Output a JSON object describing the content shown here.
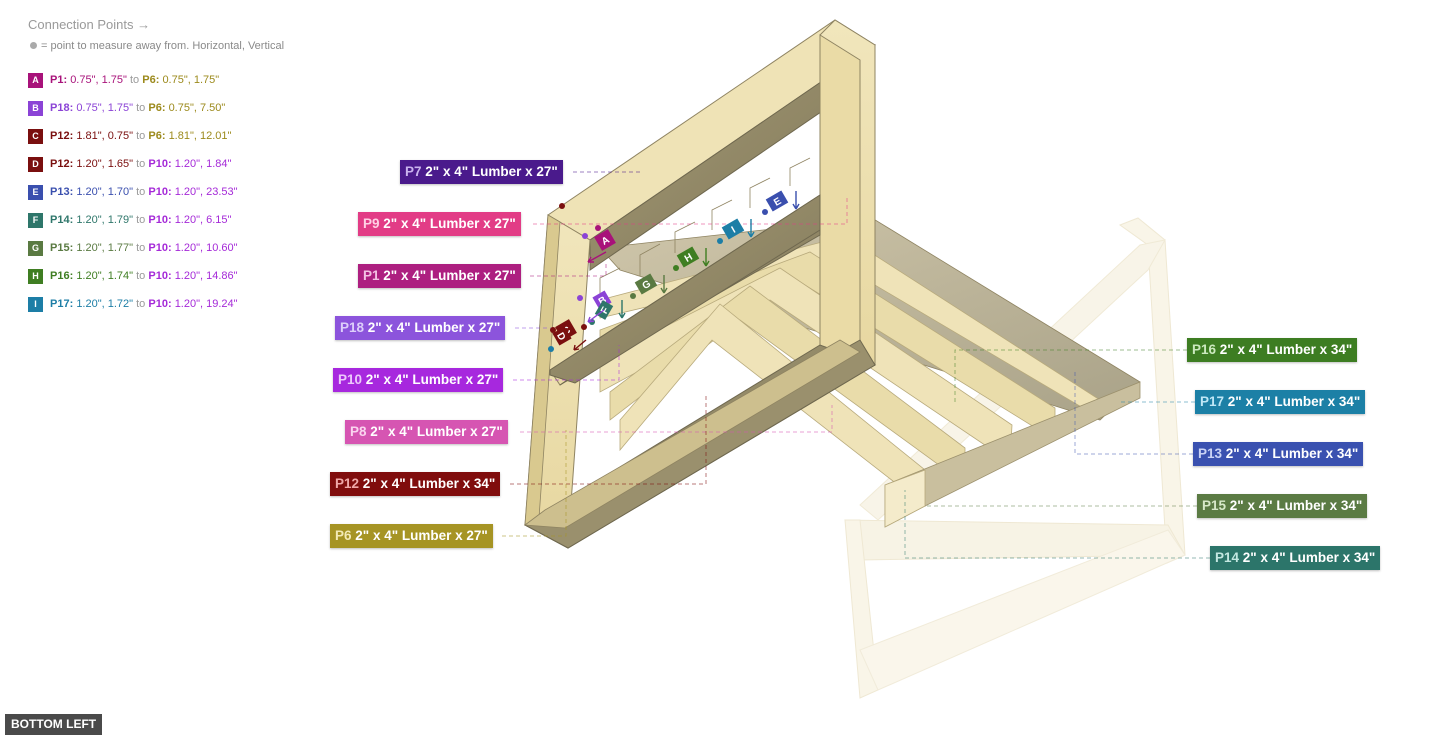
{
  "legend": {
    "title": "Connection Points →",
    "subtitle": "= point to measure away from. Horizontal, Vertical",
    "connections": [
      {
        "letter": "A",
        "color": "#a8127a",
        "from": "P1:",
        "from_color": "#a8127a",
        "from_val": "0.75\", 1.75\"",
        "to_word": "to",
        "to": "P6:",
        "to_color": "#9c8a1c",
        "to_val": "0.75\", 1.75\""
      },
      {
        "letter": "B",
        "color": "#8b43d6",
        "from": "P18:",
        "from_color": "#8b43d6",
        "from_val": "0.75\", 1.75\"",
        "to_word": "to",
        "to": "P6:",
        "to_color": "#9c8a1c",
        "to_val": "0.75\", 7.50\""
      },
      {
        "letter": "C",
        "color": "#7a0f0f",
        "from": "P12:",
        "from_color": "#7a0f0f",
        "from_val": "1.81\", 0.75\"",
        "to_word": "to",
        "to": "P6:",
        "to_color": "#9c8a1c",
        "to_val": "1.81\", 12.01\""
      },
      {
        "letter": "D",
        "color": "#7a0f0f",
        "from": "P12:",
        "from_color": "#7a0f0f",
        "from_val": "1.20\", 1.65\"",
        "to_word": "to",
        "to": "P10:",
        "to_color": "#a52ad8",
        "to_val": "1.20\", 1.84\""
      },
      {
        "letter": "E",
        "color": "#3a4fae",
        "from": "P13:",
        "from_color": "#3a4fae",
        "from_val": "1.20\", 1.70\"",
        "to_word": "to",
        "to": "P10:",
        "to_color": "#a52ad8",
        "to_val": "1.20\", 23.53\""
      },
      {
        "letter": "F",
        "color": "#2e766a",
        "from": "P14:",
        "from_color": "#2e766a",
        "from_val": "1.20\", 1.79\"",
        "to_word": "to",
        "to": "P10:",
        "to_color": "#a52ad8",
        "to_val": "1.20\", 6.15\""
      },
      {
        "letter": "G",
        "color": "#5a7a42",
        "from": "P15:",
        "from_color": "#5a7a42",
        "from_val": "1.20\", 1.77\"",
        "to_word": "to",
        "to": "P10:",
        "to_color": "#a52ad8",
        "to_val": "1.20\", 10.60\""
      },
      {
        "letter": "H",
        "color": "#3f7e22",
        "from": "P16:",
        "from_color": "#3f7e22",
        "from_val": "1.20\", 1.74\"",
        "to_word": "to",
        "to": "P10:",
        "to_color": "#a52ad8",
        "to_val": "1.20\", 14.86\""
      },
      {
        "letter": "I",
        "color": "#1d7ea6",
        "from": "P17:",
        "from_color": "#1d7ea6",
        "from_val": "1.20\", 1.72\"",
        "to_word": "to",
        "to": "P10:",
        "to_color": "#a52ad8",
        "to_val": "1.20\", 19.24\""
      }
    ]
  },
  "parts": [
    {
      "id": "P7",
      "text": "2\" x 4\" Lumber  x 27\"",
      "color": "#4a1a8c",
      "id_color": "#c9b3ee"
    },
    {
      "id": "P9",
      "text": "2\" x 4\" Lumber  x 27\"",
      "color": "#e23c86",
      "id_color": "#ffd0e4"
    },
    {
      "id": "P1",
      "text": "2\" x 4\" Lumber  x 27\"",
      "color": "#ad1f80",
      "id_color": "#f3c1e4"
    },
    {
      "id": "P18",
      "text": "2\" x 4\" Lumber  x 27\"",
      "color": "#8c54dc",
      "id_color": "#ddcffa"
    },
    {
      "id": "P10",
      "text": "2\" x 4\" Lumber  x 27\"",
      "color": "#a728de",
      "id_color": "#ecc8fb"
    },
    {
      "id": "P8",
      "text": "2\" x 4\" Lumber  x 27\"",
      "color": "#d655b2",
      "id_color": "#fad5ef"
    },
    {
      "id": "P12",
      "text": "2\" x 4\" Lumber  x 34\"",
      "color": "#800d0d",
      "id_color": "#f0a8a8"
    },
    {
      "id": "P6",
      "text": "2\" x 4\" Lumber  x 27\"",
      "color": "#a69424",
      "id_color": "#f3eab6"
    },
    {
      "id": "P16",
      "text": "2\" x 4\" Lumber  x 34\"",
      "color": "#3d7d22",
      "id_color": "#cce9bf"
    },
    {
      "id": "P17",
      "text": "2\" x 4\" Lumber  x 34\"",
      "color": "#1c80a6",
      "id_color": "#bfe7f6"
    },
    {
      "id": "P13",
      "text": "2\" x 4\" Lumber  x 34\"",
      "color": "#3a51b0",
      "id_color": "#cad3f5"
    },
    {
      "id": "P15",
      "text": "2\" x 4\" Lumber  x 34\"",
      "color": "#5b7b44",
      "id_color": "#d7e8c9"
    },
    {
      "id": "P14",
      "text": "2\" x 4\" Lumber  x 34\"",
      "color": "#2c756a",
      "id_color": "#c3e7e1"
    }
  ],
  "view_button": "BOTTOM LEFT",
  "colors": {
    "wood_face": "#efe2b2",
    "wood_top": "#e2d29a",
    "wood_side": "#b9a874",
    "wood_dark": "#8f8462",
    "ghost": "#f4ecd5"
  }
}
